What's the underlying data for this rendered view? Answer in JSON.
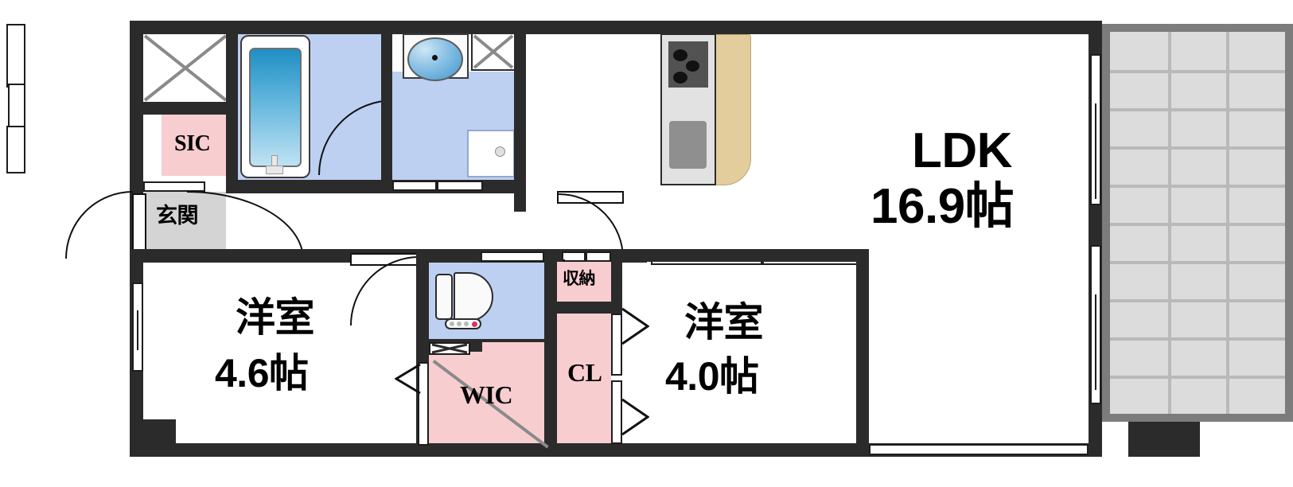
{
  "plan": {
    "type": "japanese-apartment-floor-plan",
    "layout_name": "2LDK"
  },
  "rooms": [
    {
      "id": "ldk",
      "name_line1": "LDK",
      "name_line2": "16.9帖",
      "area_jo": 16.9,
      "fill": "#ffffff"
    },
    {
      "id": "bedroom_west",
      "name_line1": "洋室",
      "name_line2": "4.6帖",
      "area_jo": 4.6,
      "fill": "#ffffff"
    },
    {
      "id": "bedroom_east",
      "name_line1": "洋室",
      "name_line2": "4.0帖",
      "area_jo": 4.0,
      "fill": "#ffffff"
    }
  ],
  "labels": {
    "ldk_line1": "LDK",
    "ldk_line2": "16.9帖",
    "bedroom_west_line1": "洋室",
    "bedroom_west_line2": "4.6帖",
    "bedroom_east_line1": "洋室",
    "bedroom_east_line2": "4.0帖",
    "sic": "SIC",
    "genkan": "玄関",
    "wic": "WIC",
    "cl": "CL",
    "shuno": "収納"
  },
  "colors": {
    "wall": "#2b2b2b",
    "storage_pink": "#f7cdd0",
    "water_blue": "#bdd0f2",
    "entry_gray": "#d4d4d4",
    "balcony_gray": "#dcdcdc",
    "balcony_frame": "#7c7c7c",
    "counter_tan": "#e3cd9c",
    "kitchen_body": "#e2e2e2",
    "stove_dark": "#525252",
    "tub_blue": "#1f8fc4",
    "toilet_button_red": "#d6365e",
    "text": "#000000"
  },
  "fixtures": [
    {
      "id": "bathtub",
      "name": "bathtub",
      "room": "bathroom"
    },
    {
      "id": "vanity-basin",
      "name": "vanity-sink-basin",
      "room": "washroom"
    },
    {
      "id": "washing-machine",
      "name": "washing-machine",
      "room": "washroom"
    },
    {
      "id": "kitchen-stove",
      "name": "three-burner-stove",
      "room": "ldk",
      "burners": 3
    },
    {
      "id": "kitchen-sink",
      "name": "kitchen-sink",
      "room": "ldk"
    },
    {
      "id": "kitchen-counter",
      "name": "kitchen-counter",
      "room": "ldk"
    },
    {
      "id": "toilet",
      "name": "western-style-toilet",
      "room": "toilet"
    }
  ],
  "storage": [
    {
      "id": "sic",
      "label": "SIC",
      "full": "shoes-in-closet"
    },
    {
      "id": "wic",
      "label": "WIC",
      "full": "walk-in-closet"
    },
    {
      "id": "cl",
      "label": "CL",
      "full": "closet"
    },
    {
      "id": "shuno",
      "label": "収納",
      "full": "storage"
    }
  ],
  "balcony": {
    "name": "balcony",
    "tile_cols": 3,
    "tile_rows": 10,
    "sliding_doors": 2
  }
}
